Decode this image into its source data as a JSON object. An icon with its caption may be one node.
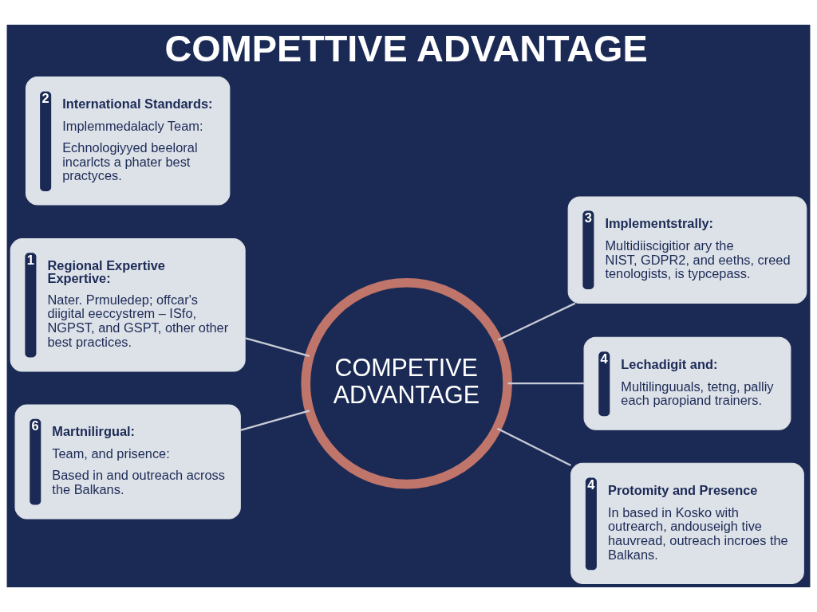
{
  "diagram": {
    "title": "COMPETTIVE ADVANTAGE",
    "nodes": [
      {
        "text": [
          "1",
          "Regional Expertive Expertive:",
          "Nater. Prmuledep; offcar's diigital eeccystrem – ISfo, NGPST, and GSPT, other other best practices."
        ]
      },
      {
        "text": [
          "3",
          "Implementstrally:",
          "Multidiiscigitior ary the NIST, GDPR2, and eeths, creed tenologists, is typcepass."
        ]
      },
      {
        "text": [
          "4",
          "Lechadigit and:",
          "Multilinguuals, tetng, palliy each paropiand trainers."
        ]
      },
      {
        "text": [
          "COMPETIVE ADVANTAGE"
        ]
      },
      {
        "text": [
          "2",
          "International Standards:",
          "Implemmedalacly Team:",
          "Echnologiyyed beeloral incarlcts a phater best practyces."
        ]
      },
      {
        "text": [
          "6",
          "Martnilirgual:",
          "Team, and prisence:",
          "Based in and outreach across the Balkans."
        ]
      },
      {
        "text": [
          "4",
          "Protomity and Presence",
          "In based in Kosko with outrearch, andouseigh tive hauvread, outreach incroes the Balkans."
        ]
      }
    ],
    "edges": [
      {
        "from": 0,
        "to": 3,
        "arrow": "none"
      },
      {
        "from": 3,
        "to": 1,
        "arrow": "none"
      },
      {
        "from": 3,
        "to": 2,
        "arrow": "none"
      },
      {
        "from": 5,
        "to": 3,
        "arrow": "none"
      },
      {
        "from": 3,
        "to": 6,
        "arrow": "none"
      }
    ]
  }
}
